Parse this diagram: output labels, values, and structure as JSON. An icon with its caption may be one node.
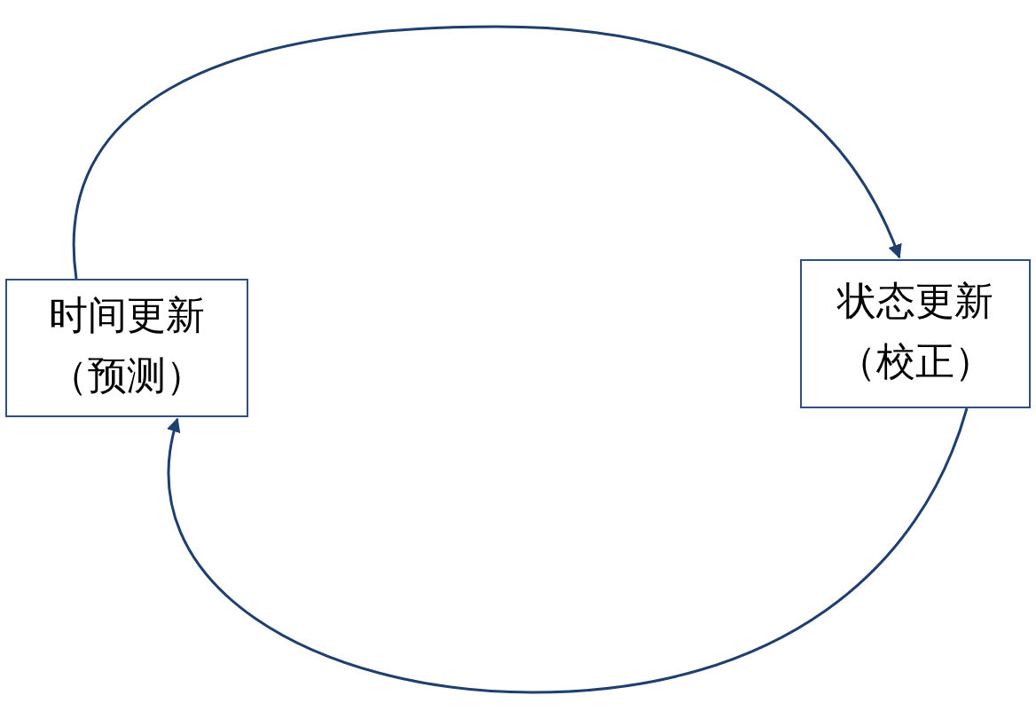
{
  "diagram": {
    "nodes": [
      {
        "text": [
          "时间更新（预测）"
        ]
      },
      {
        "text": [
          "状态更新（校正）"
        ]
      }
    ],
    "edges": [
      {
        "from": 0,
        "to": 1,
        "arrow": "to"
      },
      {
        "from": 1,
        "to": 0,
        "arrow": "to"
      }
    ]
  }
}
